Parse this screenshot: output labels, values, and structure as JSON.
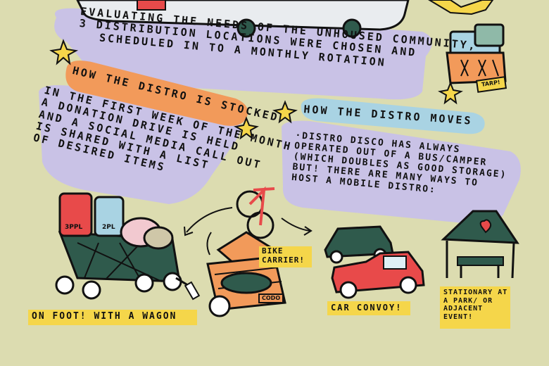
{
  "intro_lines": [
    "EVALUATING THE NEEDS OF THE UNHOUSED COMMUNITY,",
    "3 DISTRIBUTION LOCATIONS WERE CHOSEN AND",
    "SCHEDULED IN TO A MONTHLY ROTATION"
  ],
  "stocked": {
    "heading": "HOW THE DISTRO IS STOCKED",
    "lines": [
      "IN THE FIRST WEEK OF THE MONTH",
      "A DONATION DRIVE IS HELD",
      "AND A SOCIAL MEDIA CALL OUT",
      "IS SHARED WITH A LIST",
      "OF DESIRED ITEMS"
    ]
  },
  "moves": {
    "heading": "HOW THE DISTRO MOVES",
    "lines": [
      "·DISTRO DISCO HAS ALWAYS",
      "OPERATED OUT OF A BUS/CAMPER",
      "(WHICH DOUBLES AS GOOD STORAGE)",
      "BUT! THERE ARE MANY WAYS TO",
      "HOST A MOBILE DISTRO:"
    ]
  },
  "labels": {
    "wagon": "ON FOOT! WITH A WAGON",
    "bike": "BIKE CARRIER!",
    "car": "CAR CONVOY!",
    "stationary": "STATIONARY AT A PARK/ OR ADJACENT EVENT!"
  },
  "stickers": {
    "crate_tag": "TARP!",
    "tent_red": "3PPL",
    "tent_blue": "2PL",
    "box_label": "CODO"
  },
  "colors": {
    "background": "#dcdcb0",
    "lavender": "#c9c2e6",
    "orange": "#f29a5a",
    "yellow": "#f5d64a",
    "teal": "#2f5a4c",
    "red": "#e84a4a",
    "light_blue": "#a9d3e3"
  }
}
